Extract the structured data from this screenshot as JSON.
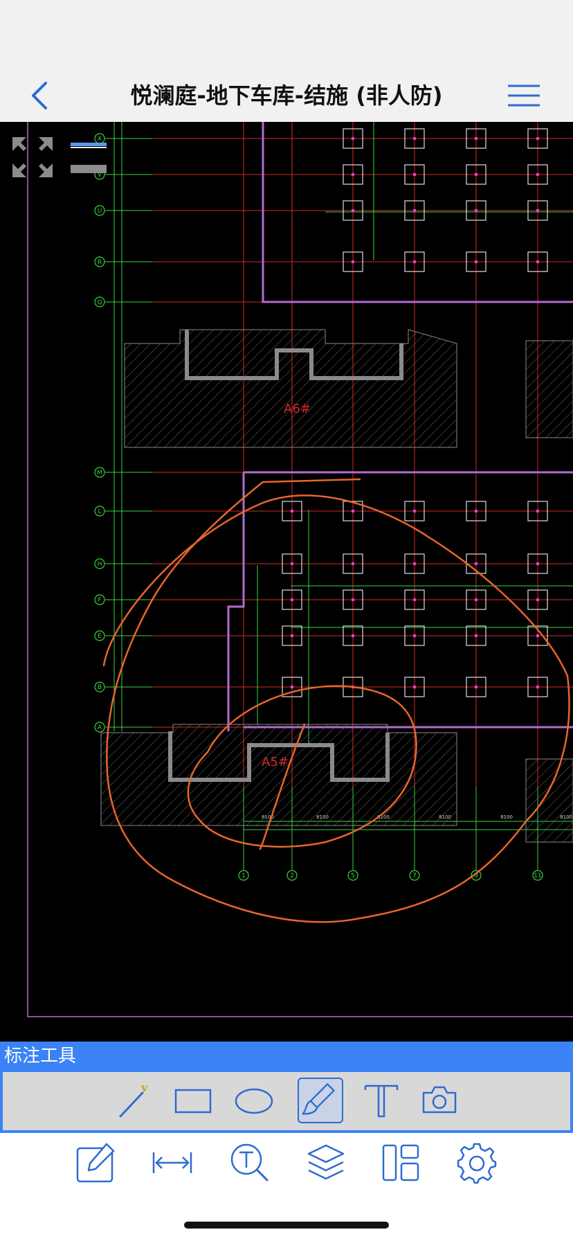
{
  "header": {
    "title": "悦澜庭-地下车库-结施 (非人防)",
    "back_icon": "chevron-left-icon",
    "menu_icon": "hamburger-menu-icon"
  },
  "drawing": {
    "building_labels": [
      "A6#",
      "A5#"
    ],
    "axis_rows": [
      "X",
      "V",
      "U",
      "R",
      "Q",
      "M",
      "L",
      "H",
      "F",
      "E",
      "B",
      "A"
    ],
    "axis_cols": [
      "1",
      "2",
      "5",
      "7",
      "9",
      "11"
    ],
    "dim_labels": [
      "8100",
      "8100",
      "8100",
      "8100",
      "8100",
      "8100"
    ]
  },
  "toolpanel": {
    "title": "标注工具",
    "tools": [
      "pen-v-icon",
      "rectangle-icon",
      "ellipse-icon",
      "brush-icon",
      "text-tool-icon",
      "camera-icon"
    ]
  },
  "bottombar": {
    "items": [
      "edit-icon",
      "measure-icon",
      "text-search-icon",
      "layers-icon",
      "layout-icon",
      "settings-icon"
    ]
  },
  "colors": {
    "accent": "#3a82f6",
    "icon_blue": "#2e6bd0",
    "annotation": "#e8662c",
    "grid_red": "#d42a2a",
    "grid_green": "#3bd43b",
    "wall_magenta": "#b36bd0",
    "hatch_grey": "#8a8a8a"
  }
}
